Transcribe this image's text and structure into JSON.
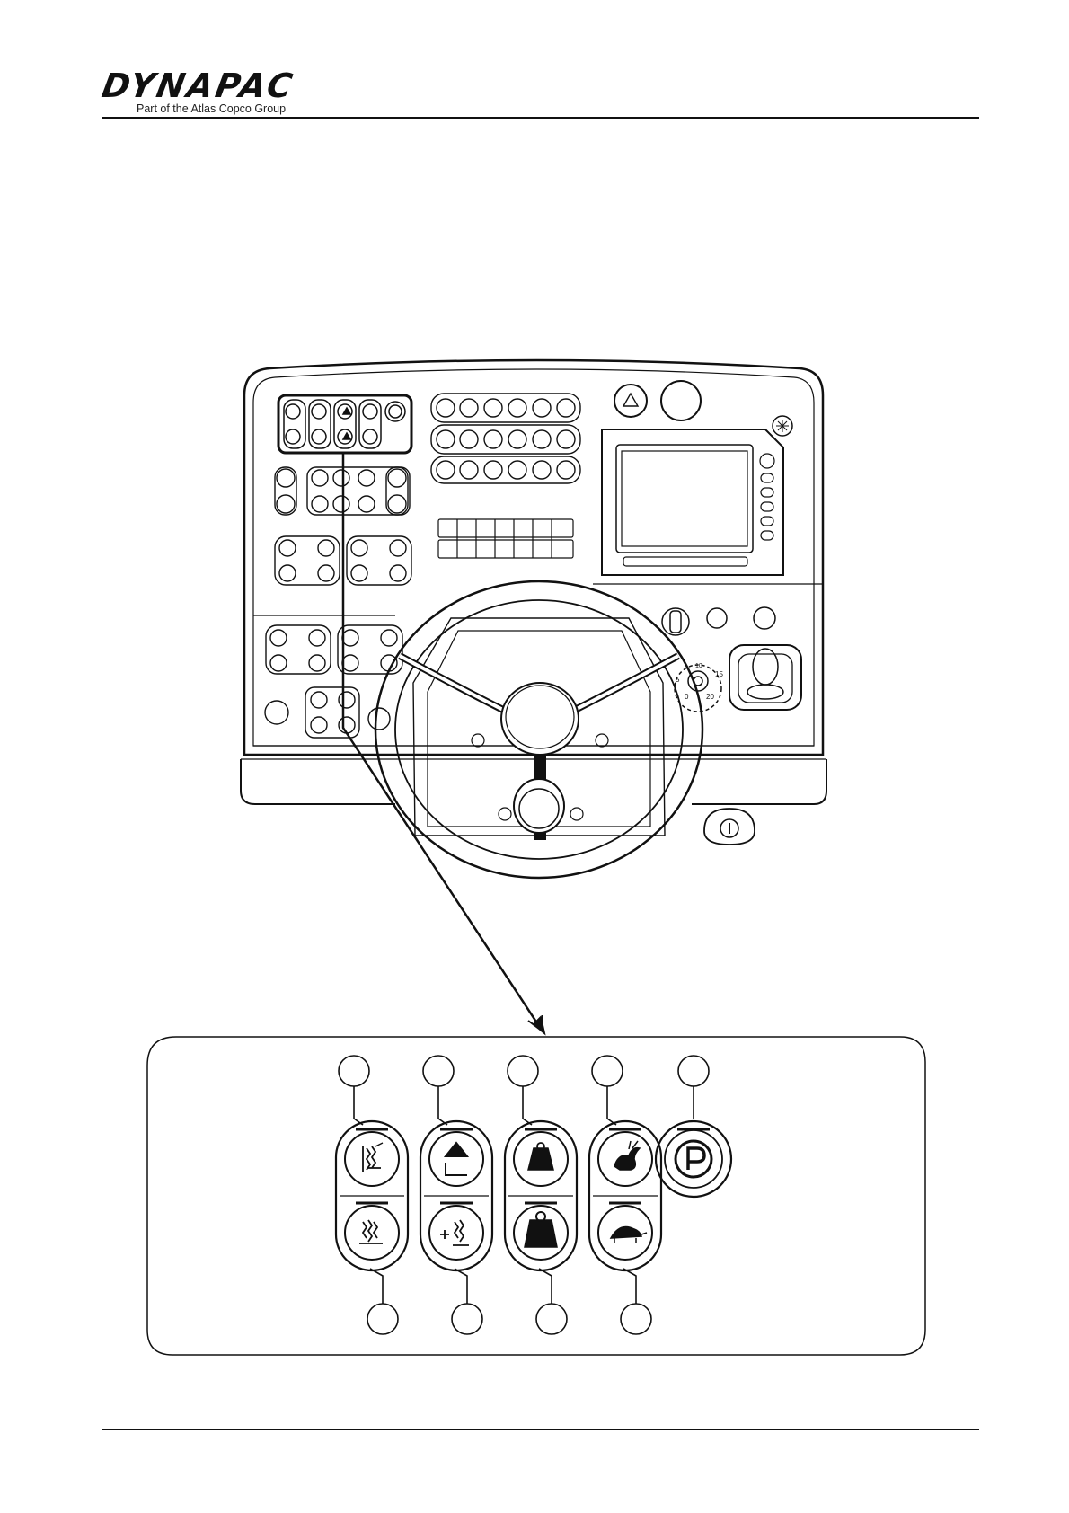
{
  "header": {
    "brand": "DYNAPAC",
    "tagline": "Part of the Atlas Copco Group"
  },
  "figure": {
    "panel_labels": [
      "0",
      "5",
      "10",
      "15",
      "20"
    ]
  },
  "colors": {
    "ink": "#111111",
    "paper": "#ffffff",
    "shade": "#e6e6e6"
  },
  "icons": {
    "top_row": [
      "vibration-low-amplitude-icon",
      "ballast-lift-icon",
      "weight-light-icon",
      "rabbit-fast-icon",
      "parking-brake-icon"
    ],
    "bottom_row": [
      "vibration-high-amplitude-icon",
      "vibration-increase-icon",
      "weight-heavy-icon",
      "turtle-slow-icon"
    ]
  }
}
